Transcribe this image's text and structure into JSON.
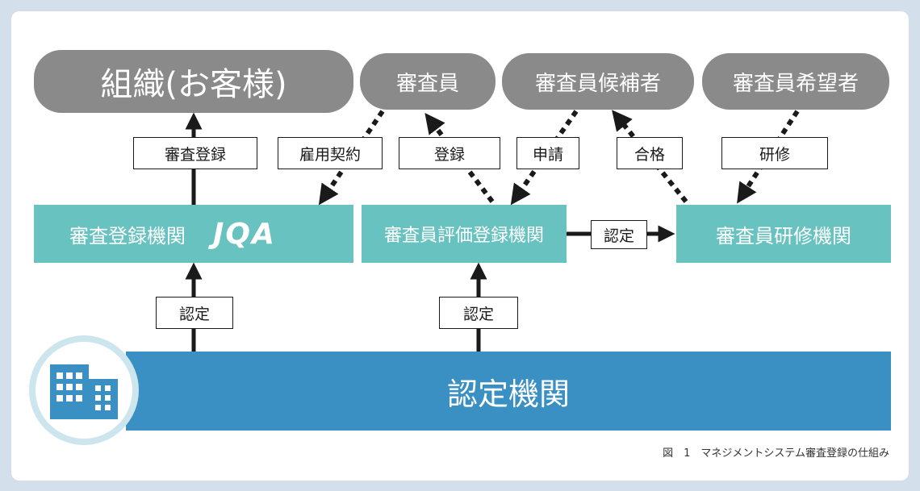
{
  "nodes": {
    "organization": "組織(お客様)",
    "auditor": "審査員",
    "auditor_candidate": "審査員候補者",
    "auditor_applicant": "審査員希望者",
    "registration_body": "審査登録機関",
    "jqa_logo": "JQA",
    "evaluation_body": "審査員評価登録機関",
    "training_body": "審査員研修機関",
    "accreditation_body": "認定機関"
  },
  "labels": {
    "audit_registration": "審査登録",
    "employment_contract": "雇用契約",
    "registration": "登録",
    "application": "申請",
    "pass": "合格",
    "training": "研修",
    "certify_training": "認定",
    "certify_registration": "認定",
    "certify_evaluation": "認定"
  },
  "caption": "図　1　マネジメントシステム審査登録の仕組み",
  "colors": {
    "gray_pill": "#8a8a8a",
    "teal_box": "#68c2c0",
    "blue_bar": "#3a8fc3",
    "background": "#d3dfea"
  },
  "icons": {
    "building": "building-icon"
  }
}
